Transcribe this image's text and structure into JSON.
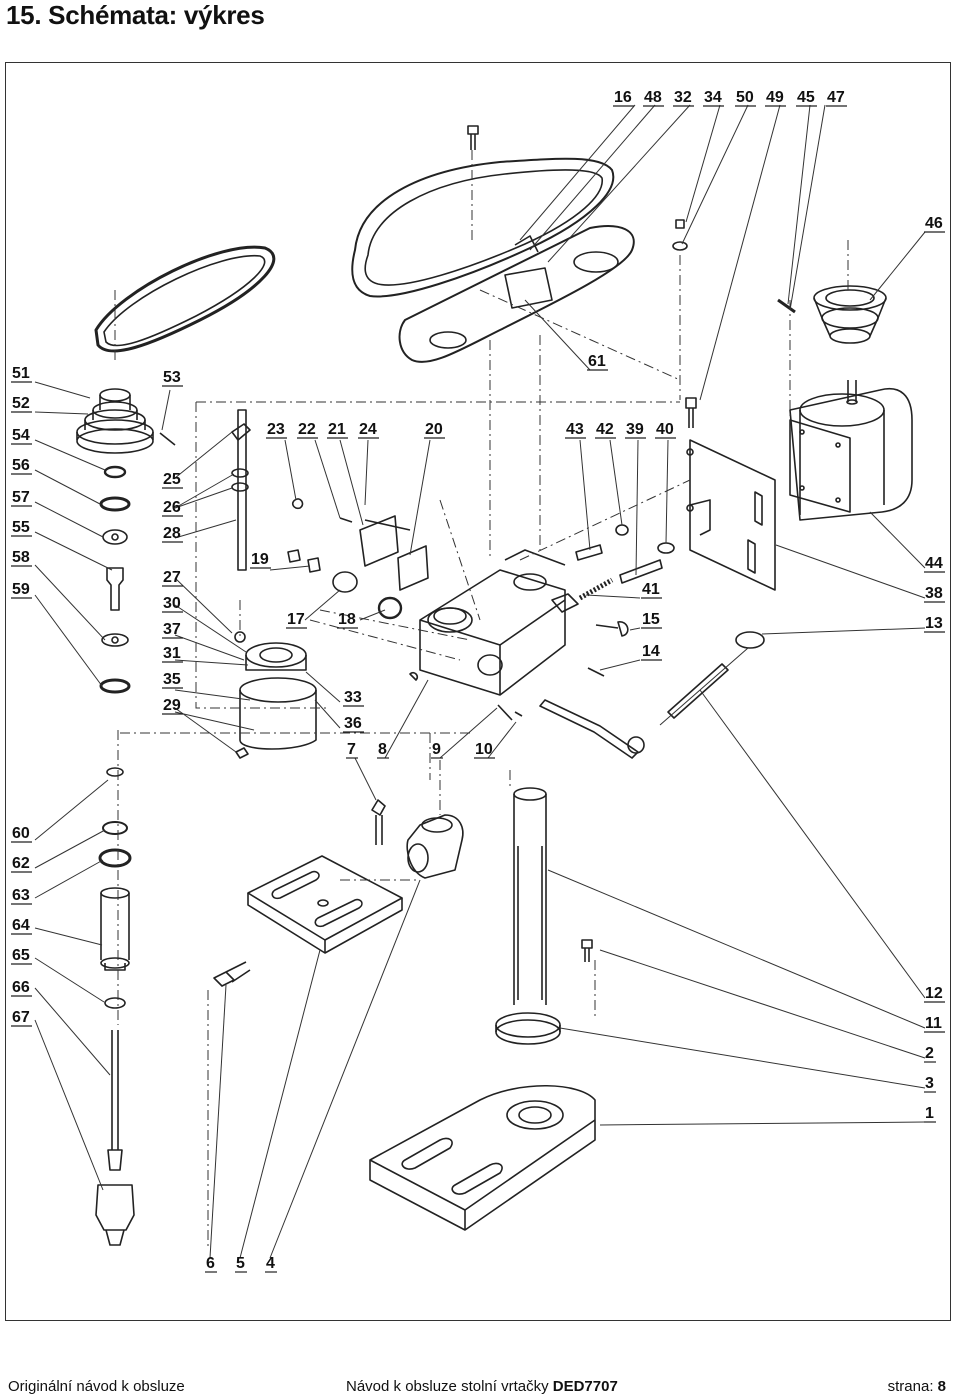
{
  "title": "15. Schémata: výkres",
  "footer": {
    "left": "Originální návod k obsluze",
    "middle_prefix": "Návod k obsluze stolní vrtačky ",
    "middle_model": "DED7707",
    "right_prefix": "strana: ",
    "right_page": "8"
  },
  "callouts": {
    "top_row": [
      "16",
      "48",
      "32",
      "34",
      "50",
      "49",
      "45",
      "47"
    ],
    "right_column": [
      "46",
      "44",
      "38",
      "13",
      "12",
      "11",
      "2",
      "3",
      "1"
    ],
    "left_upper": [
      "51",
      "52",
      "54",
      "56",
      "57",
      "55",
      "58",
      "59"
    ],
    "left_lower": [
      "60",
      "62",
      "63",
      "64",
      "65",
      "66",
      "67"
    ],
    "inner_left": [
      "53",
      "25",
      "26",
      "28",
      "27",
      "30",
      "37",
      "31",
      "35",
      "29"
    ],
    "head_row": [
      "23",
      "22",
      "21",
      "24",
      "20"
    ],
    "right_group": [
      "43",
      "42",
      "39",
      "40"
    ],
    "right_side": [
      "61",
      "41",
      "15",
      "14"
    ],
    "middle": [
      "19",
      "17",
      "18",
      "33",
      "36"
    ],
    "bottom_row": [
      "7",
      "8",
      "9",
      "10"
    ],
    "base_row": [
      "6",
      "5",
      "4"
    ]
  }
}
